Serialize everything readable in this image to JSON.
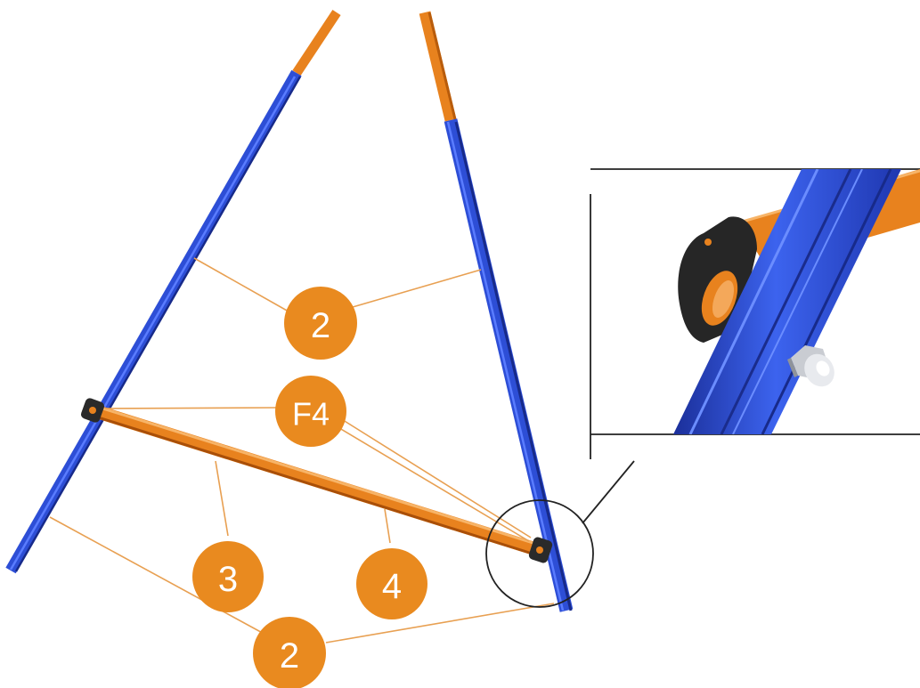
{
  "callouts": {
    "upper_leg": "2",
    "connector": "F4",
    "bar_left": "3",
    "bar_right": "4",
    "lower_leg": "2"
  },
  "colors": {
    "leg_blue": "#2d4ed6",
    "leg_blue_dark": "#1b2f9a",
    "orange": "#e8821e",
    "orange_dark": "#b85c0c",
    "callout_fill": "#e98a1f",
    "leader_line": "#e8a052",
    "outline": "#222222"
  },
  "icons": {
    "cap_nut": "acorn-nut-icon",
    "end_cap": "bracket-end-cap-icon"
  }
}
